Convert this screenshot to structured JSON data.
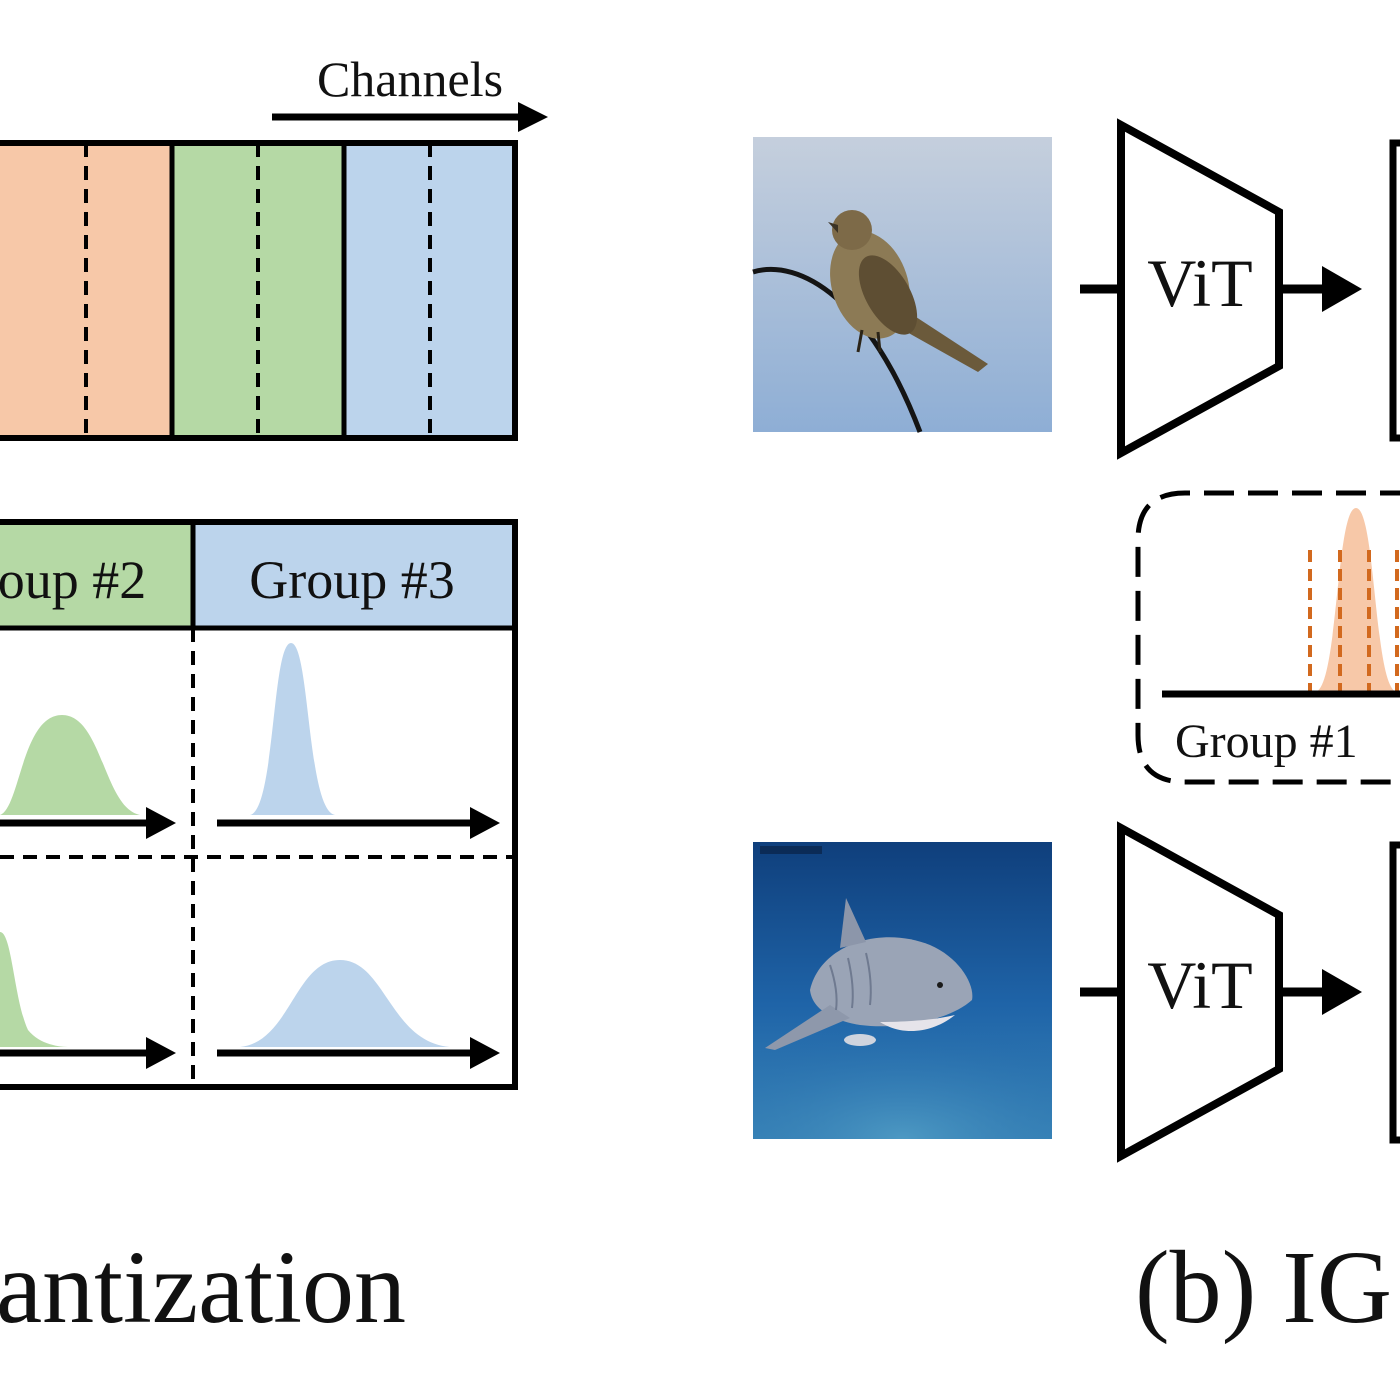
{
  "left_panel": {
    "channels_label": "Channels",
    "group_headers": [
      "oup #2",
      "Group #3"
    ],
    "caption": "antization",
    "colors": {
      "orange": "#f7c8a8",
      "green": "#b5d9a5",
      "blue": "#bcd4ec",
      "orange_dash": "#d2691e"
    }
  },
  "right_panel": {
    "vit_label_top": "ViT",
    "vit_label_bottom": "ViT",
    "inset_label": "Group #1",
    "caption": "(b) IG",
    "images": [
      "bird-photo",
      "shark-photo"
    ]
  }
}
